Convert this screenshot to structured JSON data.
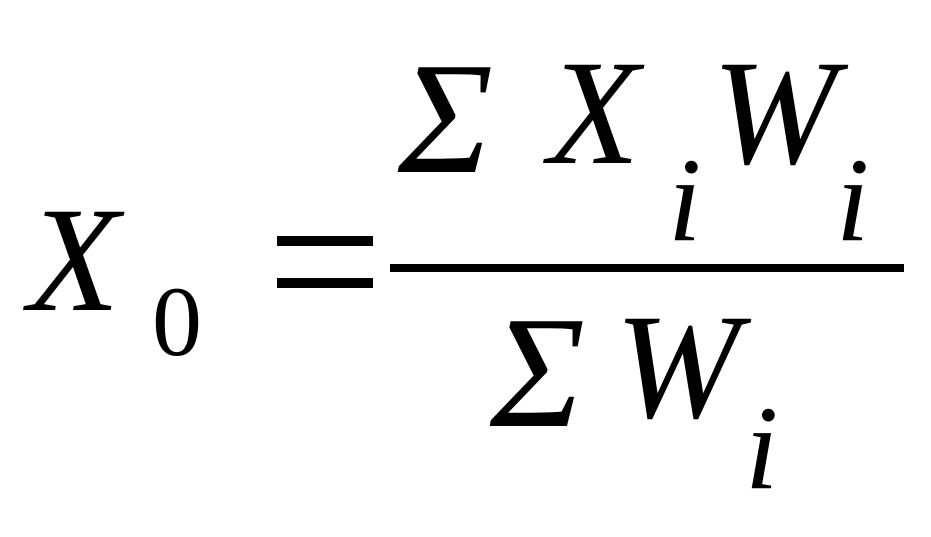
{
  "formula": {
    "lhs": {
      "variable": "X",
      "subscript": "0"
    },
    "equals": "=",
    "numerator": {
      "sum": "Σ",
      "term1": "X",
      "term1_subscript": "i",
      "term2": "W",
      "term2_subscript": "i"
    },
    "denominator": {
      "sum": "Σ",
      "term": "W",
      "term_subscript": "i"
    }
  }
}
